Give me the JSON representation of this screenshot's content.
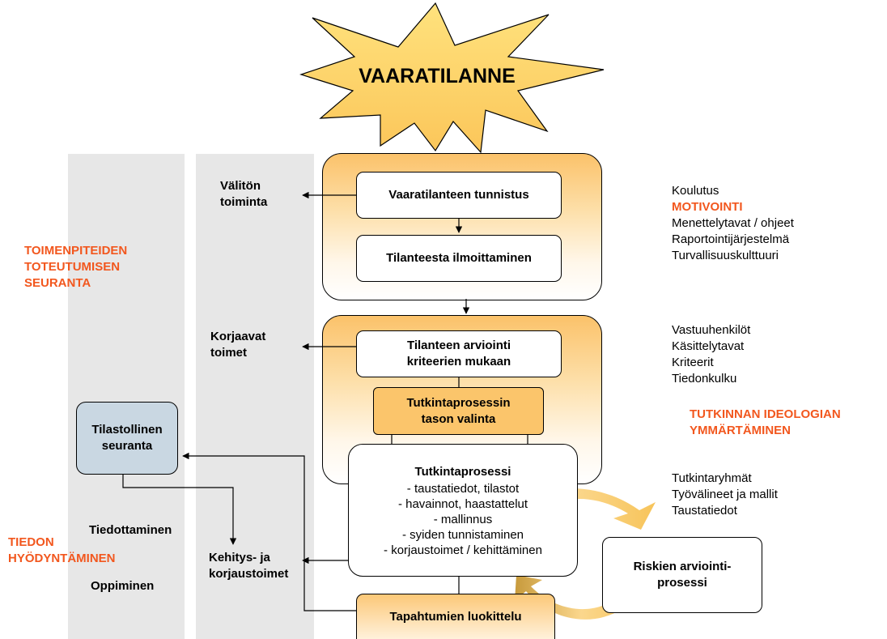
{
  "star": {
    "text": "VAARATILANNE"
  },
  "left_labels": {
    "monitoring": [
      "TOIMENPITEIDEN",
      "TOTEUTUMISEN",
      "SEURANTA"
    ],
    "utilization": [
      "TIEDON",
      "HYÖDYNTÄMINEN"
    ],
    "communication": "Tiedottaminen",
    "learning": "Oppiminen"
  },
  "action_labels": {
    "immediate": [
      "Välitön",
      "toiminta"
    ],
    "corrective": [
      "Korjaavat",
      "toimet"
    ],
    "development": [
      "Kehitys- ja",
      "korjaustoimet"
    ]
  },
  "boxes": {
    "identification": "Vaaratilanteen tunnistus",
    "reporting": "Tilanteesta ilmoittaminen",
    "assessment": [
      "Tilanteen arviointi",
      "kriteerien mukaan"
    ],
    "level_choice": [
      "Tutkintaprosessin",
      "tason valinta"
    ],
    "process_title": "Tutkintaprosessi",
    "process_items": [
      "- taustatiedot, tilastot",
      "- havainnot, haastattelut",
      "- mallinnus",
      "- syiden tunnistaminen",
      "- korjaustoimet / kehittäminen"
    ],
    "statistics": [
      "Tilastollinen",
      "seuranta"
    ],
    "classification": "Tapahtumien luokittelu",
    "risk": [
      "Riskien arviointi-",
      "prosessi"
    ]
  },
  "right_groups": {
    "group1": [
      "Koulutus",
      "MOTIVOINTI",
      "Menettelytavat / ohjeet",
      "Raportointijärjestelmä",
      "Turvallisuuskulttuuri"
    ],
    "group2": [
      "Vastuuhenkilöt",
      "Käsittelytavat",
      "Kriteerit",
      "Tiedonkulku"
    ],
    "ideology": [
      "TUTKINNAN IDEOLOGIAN",
      "YMMÄRTÄMINEN"
    ],
    "group3": [
      "Tutkintaryhmät",
      "Työvälineet ja mallit",
      "Taustatiedot"
    ]
  },
  "colors": {
    "accent_text": "#f2571e",
    "star_fill": "#fdd36c",
    "panel": "#fbc26a",
    "band": "#e7e7e7",
    "stats_box": "#c9d7e2"
  }
}
